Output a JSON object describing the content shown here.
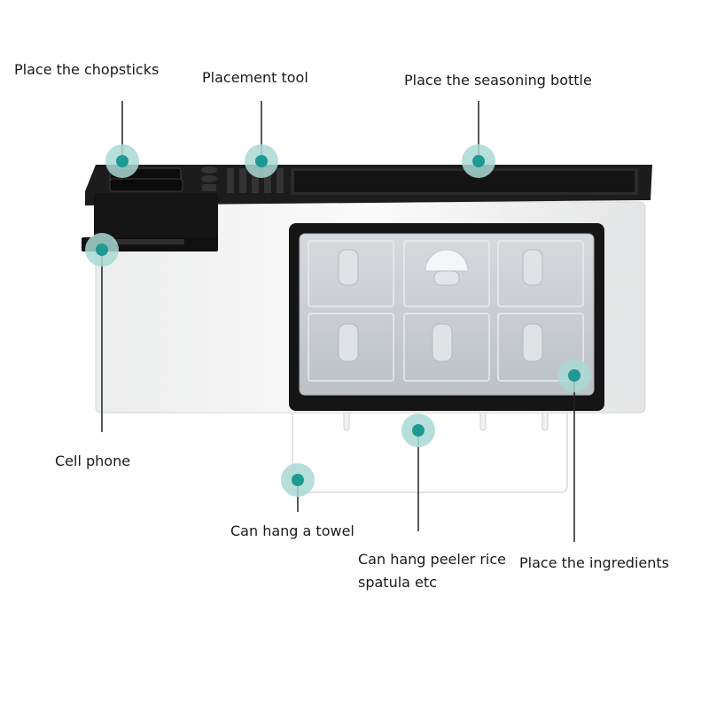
{
  "callouts": [
    {
      "id": "chopsticks",
      "text": "Place the chopsticks"
    },
    {
      "id": "placement-tool",
      "text": "Placement tool"
    },
    {
      "id": "seasoning-bottle",
      "text": "Place the seasoning bottle"
    },
    {
      "id": "cell-phone",
      "text": "Cell phone"
    },
    {
      "id": "towel",
      "text": "Can hang a towel"
    },
    {
      "id": "peeler",
      "text": "Can hang peeler rice spatula etc"
    },
    {
      "id": "ingredients",
      "text": "Place the ingredients"
    }
  ],
  "colors": {
    "marker": "#1e9a93",
    "marker_halo": "#a9d8d4",
    "rack_black": "#1c1c1c",
    "rack_white": "#f4f4f4",
    "drawer": "#c9cdd2"
  }
}
